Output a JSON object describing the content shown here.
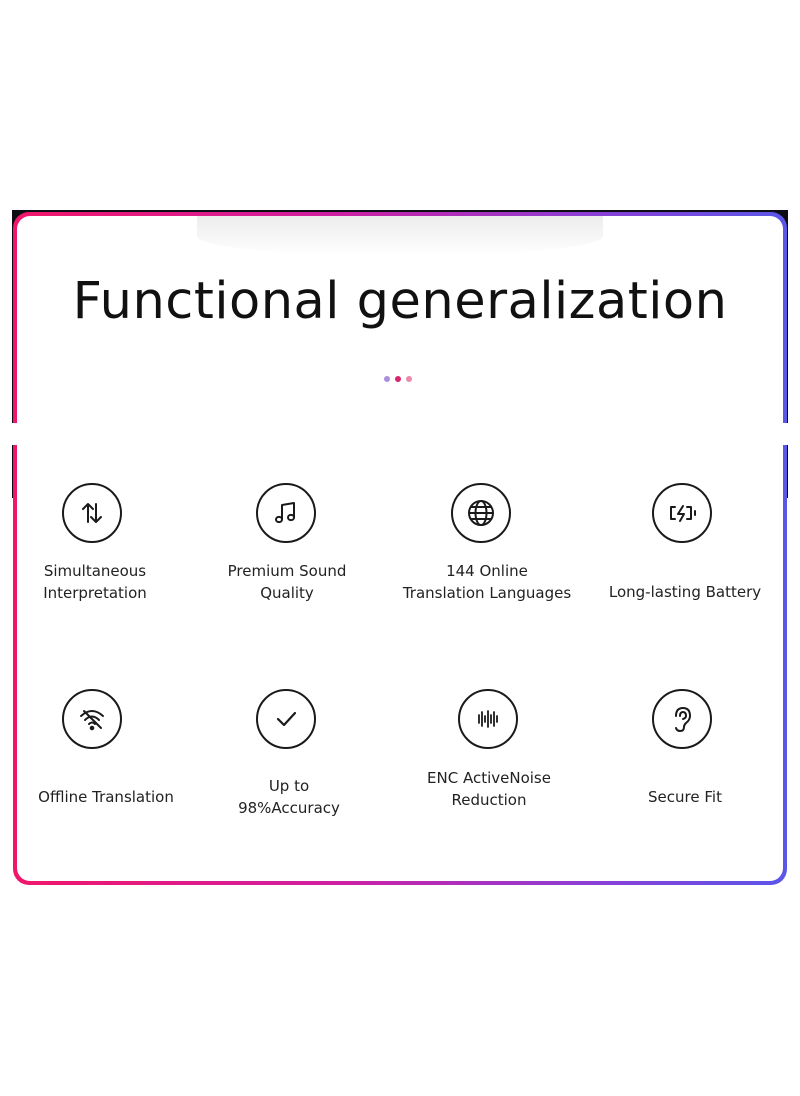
{
  "title": "Functional generalization",
  "pager_dots": [
    {
      "color": "#a98fe0"
    },
    {
      "color": "#d8246c"
    },
    {
      "color": "#e88aa8"
    }
  ],
  "features": [
    {
      "icon": "up-down-arrows-icon",
      "label": "Simultaneous\nInterpretation"
    },
    {
      "icon": "music-note-icon",
      "label": "Premium Sound\nQuality"
    },
    {
      "icon": "globe-icon",
      "label": "144 Online\nTranslation Languages"
    },
    {
      "icon": "battery-charging-icon",
      "label": "Long-lasting Battery"
    },
    {
      "icon": "wifi-off-icon",
      "label": "Offline Translation"
    },
    {
      "icon": "checkmark-icon",
      "label": "Up to\n98%Accuracy"
    },
    {
      "icon": "sound-wave-icon",
      "label": "ENC ActiveNoise\nReduction"
    },
    {
      "icon": "ear-icon",
      "label": "Secure Fit"
    }
  ],
  "colors": {
    "frame_gradient": [
      "#f0176a",
      "#d11ea0",
      "#8b3fd6",
      "#5a56e8"
    ],
    "backdrop": "#0c0c12"
  }
}
